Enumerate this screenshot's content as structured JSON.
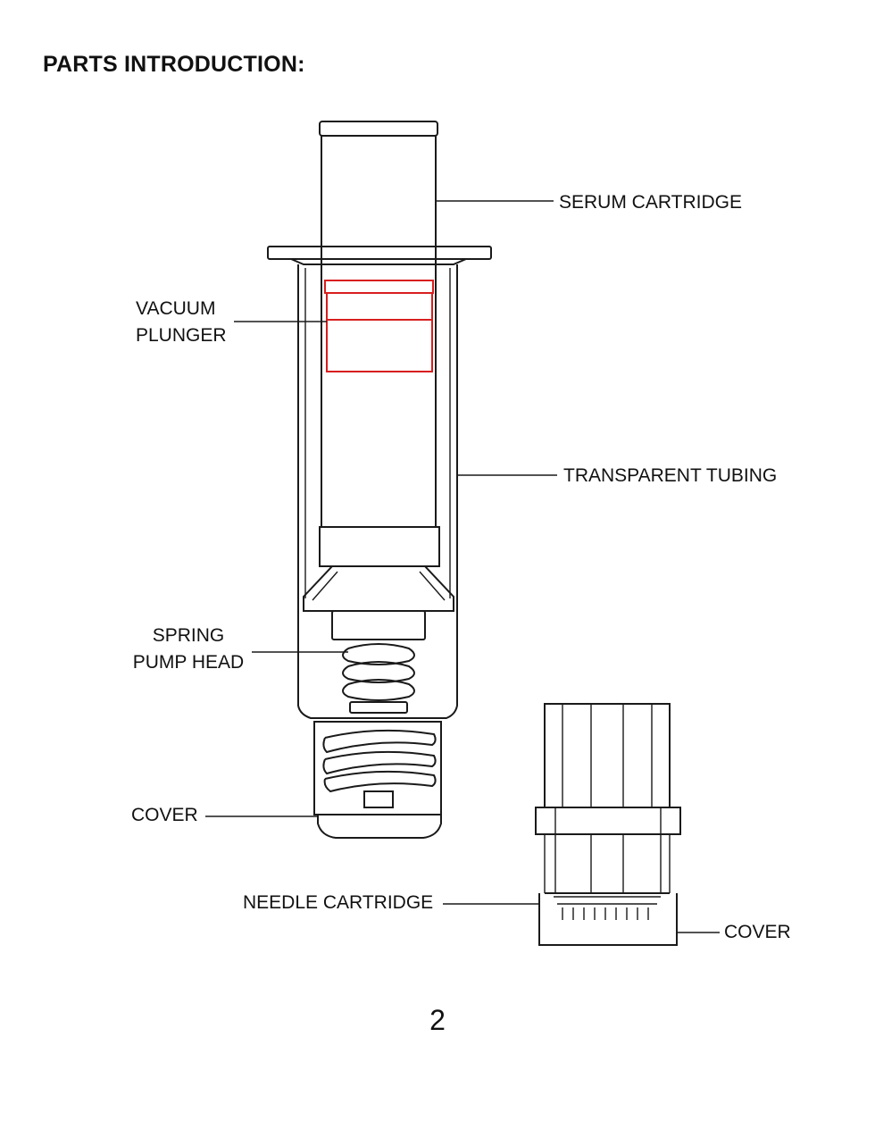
{
  "page": {
    "heading": "PARTS INTRODUCTION:",
    "page_number": "2"
  },
  "labels": {
    "serum_cartridge": "SERUM CARTRIDGE",
    "vacuum_plunger_line1": "VACUUM",
    "vacuum_plunger_line2": "PLUNGER",
    "transparent_tubing": "TRANSPARENT TUBING",
    "spring_pump_head_line1": "SPRING",
    "spring_pump_head_line2": "PUMP HEAD",
    "cover_left": "COVER",
    "needle_cartridge": "NEEDLE CARTRIDGE",
    "cover_right": "COVER"
  },
  "colors": {
    "outline": "#1a1a1a",
    "highlight": "#d81e1e"
  }
}
